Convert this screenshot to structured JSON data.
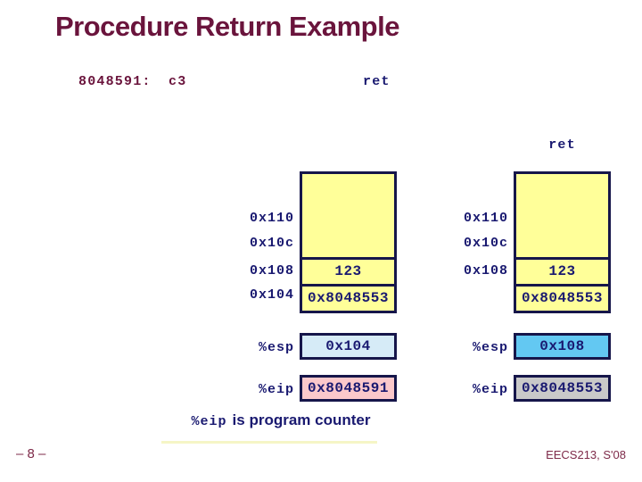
{
  "slide": {
    "title": "Procedure Return Example",
    "code_line": {
      "address": "8048591:",
      "bytes": "c3",
      "mnemonic": "ret"
    },
    "instruction_label_after": "ret",
    "caption": {
      "register": "%eip",
      "text": "is program counter"
    },
    "footer": {
      "page": "– 8 –",
      "course": "EECS213, S'08"
    }
  },
  "before": {
    "stack": {
      "address_labels": [
        "0x110",
        "0x10c",
        "0x108",
        "0x104"
      ],
      "cells": {
        "mid_value": "123",
        "bottom_value": "0x8048553"
      }
    },
    "registers": {
      "esp": {
        "name": "%esp",
        "value": "0x104",
        "fill": "#D6EBF7"
      },
      "eip": {
        "name": "%eip",
        "value": "0x8048591",
        "fill": "#FBC8CB"
      }
    }
  },
  "after": {
    "stack": {
      "address_labels": [
        "0x110",
        "0x10c",
        "0x108"
      ],
      "cells": {
        "mid_value": "123",
        "bottom_value": "0x8048553"
      }
    },
    "registers": {
      "esp": {
        "name": "%esp",
        "value": "0x108",
        "fill": "#63C8F2"
      },
      "eip": {
        "name": "%eip",
        "value": "0x8048553",
        "fill": "#C9C9C9"
      }
    }
  },
  "colors": {
    "title_maroon": "#6A143C",
    "text_navy": "#191970",
    "box_border_navy": "#16164a",
    "stack_fill_yellow": "#FFFF99"
  }
}
